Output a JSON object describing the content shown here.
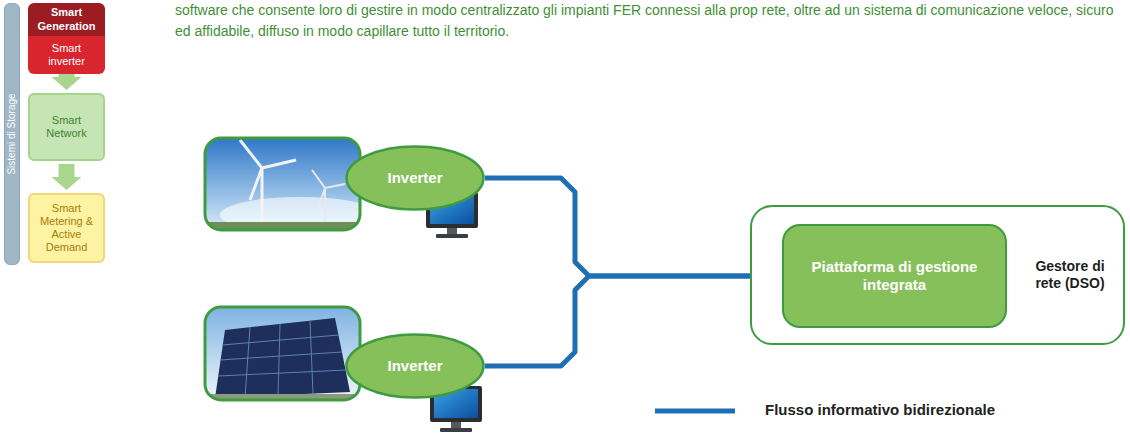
{
  "diagram": {
    "nodes": [
      {
        "text": [
          "Sistemi di Storage"
        ]
      },
      {
        "text": [
          "Smart Generation"
        ]
      },
      {
        "text": [
          "Smart inverter"
        ],
        "in": 1
      },
      {
        "text": [
          "Smart Network"
        ]
      },
      {
        "text": [
          "Smart Metering & Active Demand"
        ]
      },
      {
        "text": [
          "Inverter"
        ]
      },
      {
        "text": [
          "Inverter"
        ]
      },
      {
        "text": [
          "Gestore di rete (DSO)"
        ]
      },
      {
        "text": [
          "Piattaforma di gestione integrata"
        ],
        "in": 7
      }
    ],
    "edges": [
      {
        "from": 1,
        "to": 3,
        "arrow": "to"
      },
      {
        "from": 3,
        "to": 4,
        "arrow": "to"
      },
      {
        "from": 5,
        "to": 8,
        "arrow": "none"
      },
      {
        "from": 6,
        "to": 8,
        "arrow": "none"
      }
    ],
    "labels": [
      "software che consente loro di gestire in modo centralizzato gli impianti FER connessi alla prop rete, oltre ad un sistema di comunicazione veloce, sicuro ed affidabile, diffuso in modo capillare tutto il territorio."
    ],
    "legend": [
      {
        "text": "Flusso informativo bidirezionale"
      }
    ]
  }
}
